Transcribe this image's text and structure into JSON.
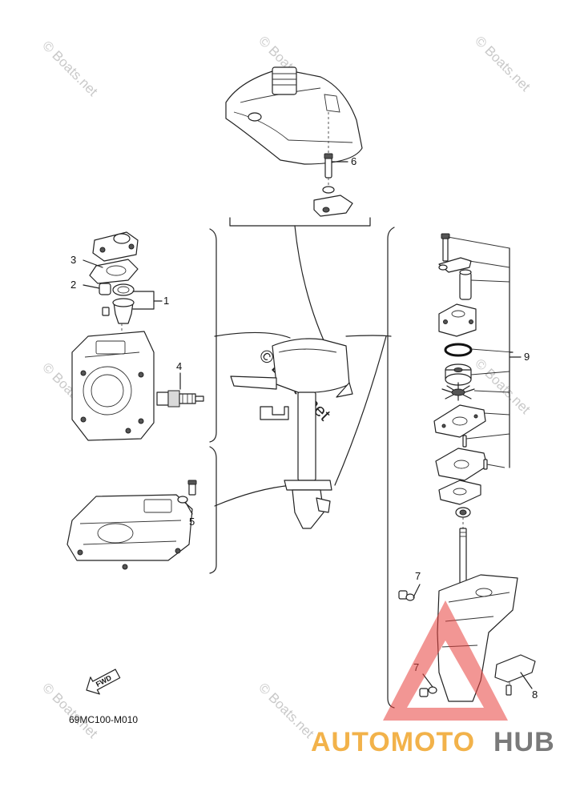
{
  "callouts": [
    {
      "id": "1",
      "label": "1"
    },
    {
      "id": "2",
      "label": "2"
    },
    {
      "id": "3",
      "label": "3"
    },
    {
      "id": "4",
      "label": "4"
    },
    {
      "id": "5",
      "label": "5"
    },
    {
      "id": "6",
      "label": "6"
    },
    {
      "id": "7a",
      "label": "7"
    },
    {
      "id": "7b",
      "label": "7"
    },
    {
      "id": "8",
      "label": "8"
    },
    {
      "id": "9",
      "label": "9"
    }
  ],
  "diagram_code": "69MC100-M010",
  "fwd_label": "FWD",
  "watermark": {
    "text": "© Boats.net"
  },
  "logo": {
    "part1": "AUTOMOTO",
    "part2": "HUB",
    "color1": "#f2b24a",
    "color2": "#7a7a7a",
    "triangle_color": "#e8403c"
  }
}
